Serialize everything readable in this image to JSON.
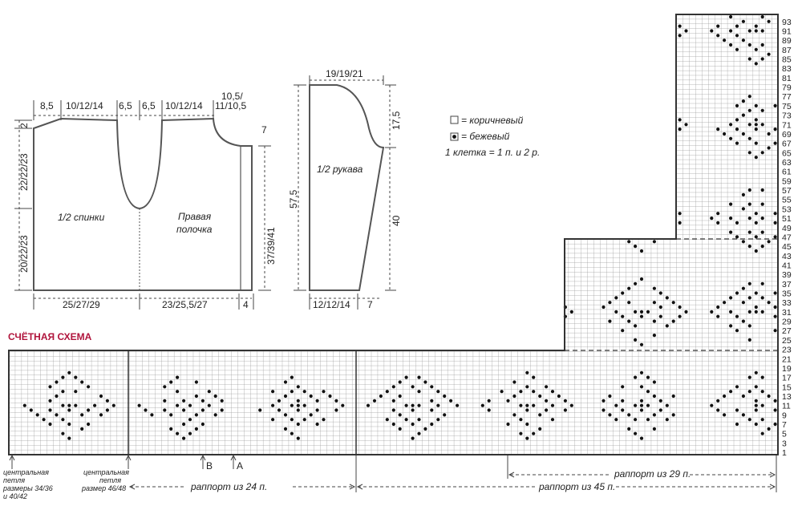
{
  "colors": {
    "line": "#444444",
    "grid": "#9a9a9a",
    "dot": "#111111",
    "title": "#b0143c"
  },
  "body_pattern": {
    "dims_top": [
      "8,5",
      "10/12/14",
      "6,5",
      "6,5",
      "10/12/14",
      "10,5/",
      "11/10,5"
    ],
    "dims_left": [
      "2",
      "22/22/23",
      "20/22/23"
    ],
    "dim_neck": "7",
    "dim_front": "37/39/41",
    "dims_bottom": [
      "25/27/29",
      "23/25,5/27",
      "4"
    ],
    "label_back": "1/2 спинки",
    "label_front": [
      "Правая",
      "полочка"
    ]
  },
  "sleeve_pattern": {
    "dim_top": "19/19/21",
    "dim_cap": "17,5",
    "dim_length": "57,5",
    "dim_lower": "40",
    "dims_bottom": [
      "12/12/14",
      "7"
    ],
    "label": "1/2 рукава"
  },
  "legend": {
    "brown": "= коричневый",
    "beige": "= бежевый",
    "gauge": "1 клетка = 1 п. и 2 р."
  },
  "chart": {
    "title": "СЧЁТНАЯ СХЕМА",
    "row_numbers": [
      "93",
      "91",
      "89",
      "87",
      "85",
      "83",
      "81",
      "79",
      "77",
      "75",
      "73",
      "71",
      "69",
      "67",
      "65",
      "63",
      "61",
      "59",
      "57",
      "55",
      "53",
      "51",
      "49",
      "47",
      "45",
      "43",
      "41",
      "39",
      "37",
      "35",
      "33",
      "31",
      "29",
      "27",
      "25",
      "23",
      "21",
      "19",
      "17",
      "15",
      "13",
      "11",
      "9",
      "7",
      "5",
      "3",
      "1"
    ],
    "markers": [
      "B",
      "A"
    ],
    "notes_left": [
      "центральная",
      "петля",
      "размеры 34/36",
      "и 40/42"
    ],
    "notes_center": [
      "центральная",
      "петля",
      "размер 46/48"
    ],
    "repeat_24": "раппорт из 24 п.",
    "repeat_29": "раппорт из 29 п.",
    "repeat_45": "раппорт из 45 п."
  }
}
